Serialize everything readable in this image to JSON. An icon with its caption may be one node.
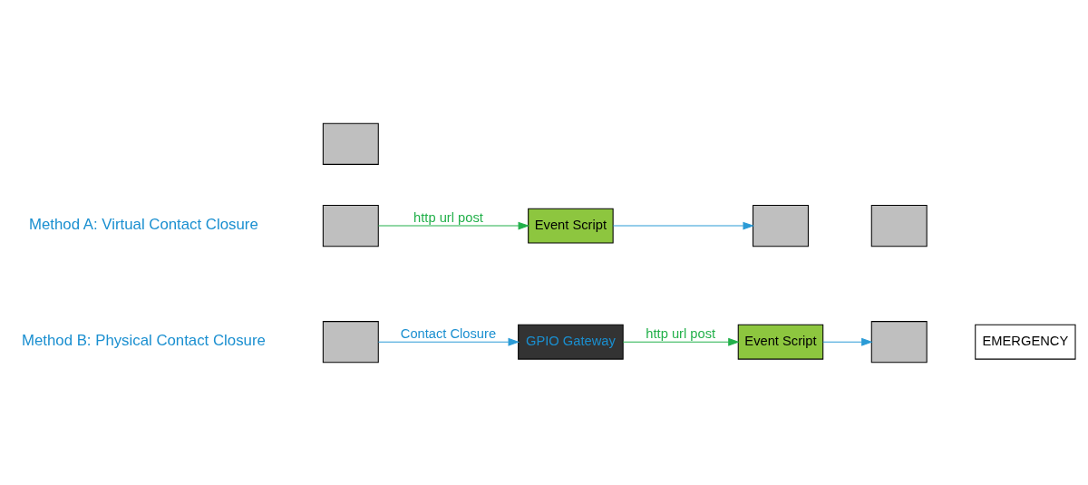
{
  "diagram": {
    "nodes": [
      {
        "text": [],
        "shape": "box"
      },
      {
        "text": [],
        "shape": "box"
      },
      {
        "text": [
          "Event Script"
        ]
      },
      {
        "text": [],
        "shape": "box"
      },
      {
        "text": [],
        "shape": "box"
      },
      {
        "text": [],
        "shape": "box"
      },
      {
        "text": [
          "GPIO Gateway"
        ]
      },
      {
        "text": [
          "Event Script"
        ]
      },
      {
        "text": [],
        "shape": "box"
      },
      {
        "text": [
          "EMERGENCY"
        ]
      }
    ],
    "edges": [
      {
        "from": 0,
        "to": 2,
        "arrow": "to",
        "label": "http url post",
        "color": "#22b04a"
      },
      {
        "from": 2,
        "to": 3,
        "arrow": "to"
      },
      {
        "from": 5,
        "to": 6,
        "arrow": "to",
        "label": "Contact Closure"
      },
      {
        "from": 6,
        "to": 7,
        "arrow": "to",
        "label": "http url post",
        "color": "#22b04a"
      },
      {
        "from": 7,
        "to": 8,
        "arrow": "to"
      }
    ],
    "labels": [
      "Method A: Virtual Contact Closure",
      "Method B: Physical Contact Closure"
    ]
  }
}
